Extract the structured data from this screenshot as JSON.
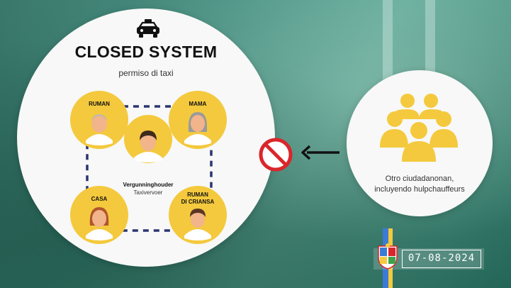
{
  "slide": {
    "title": "CLOSED SYSTEM",
    "subtitle": "permiso di taxi",
    "icons": {
      "taxi": "taxi-icon",
      "prohibited": "no-entry-icon",
      "arrow": "arrow-left-icon",
      "group": "people-group-icon"
    },
    "colors": {
      "accent_yellow": "#f4c93d",
      "ring_navy": "#2a3470",
      "prohibited_red": "#d9262b"
    }
  },
  "closed_circle": {
    "members": [
      {
        "label_line1": "RUMAN",
        "label_line2": ""
      },
      {
        "label_line1": "MAMA",
        "label_line2": ""
      },
      {
        "label_line1": "CASA",
        "label_line2": ""
      },
      {
        "label_line1": "RUMAN",
        "label_line2": "DI CRIANSA"
      }
    ],
    "center": {
      "name": "Vergunninghouder",
      "role": "Taxivervoer"
    }
  },
  "outside_group": {
    "line1": "Otro ciudadanonan,",
    "line2": "incluyendo hulpchauffeurs"
  },
  "footer": {
    "date": "07-08-2024"
  }
}
